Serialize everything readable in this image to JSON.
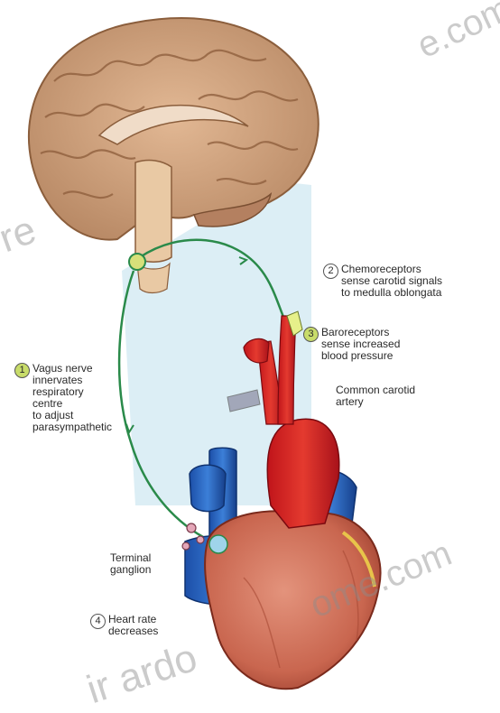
{
  "labels": {
    "step1": {
      "number": "1",
      "text": "Vagus nerve\ninnervates\nrespiratory\ncentre\nto adjust\nparasympathetic"
    },
    "step2": {
      "number": "2",
      "text": "Chemoreceptors\nsense carotid signals\nto medulla oblongata"
    },
    "step3": {
      "number": "3",
      "text": "Baroreceptors\nsense increased\nblood pressure"
    },
    "common_carotid": "Common carotid\nartery",
    "terminal_ganglion": "Terminal\nganglion",
    "step4": {
      "number": "4",
      "text": "Heart rate\ndecreases"
    }
  },
  "watermark": {
    "top": "e.com",
    "left": "re",
    "right": "ome.com",
    "bottom": "ir ardo"
  }
}
